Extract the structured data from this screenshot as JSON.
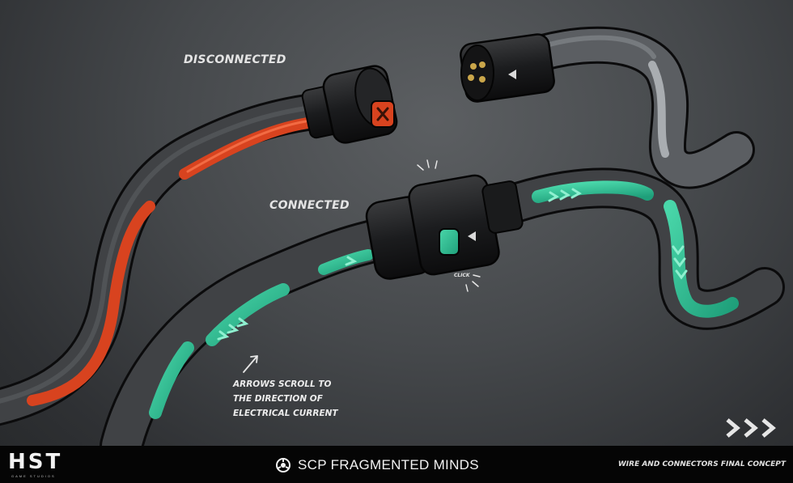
{
  "labels": {
    "disconnected": "DISCONNECTED",
    "connected": "CONNECTED",
    "click": "CLICK"
  },
  "note": {
    "lines": [
      "ARROWS SCROLL TO",
      "THE DIRECTION OF",
      "ELECTRICAL CURRENT"
    ]
  },
  "footer": {
    "studio_logo": "HST",
    "studio_sub": "GAME STUDIOS",
    "game_title": "SCP FRAGMENTED MINDS",
    "concept_label": "WIRE AND CONNECTORS FINAL CONCEPT"
  },
  "icons": {
    "close": "x-icon",
    "next": "triple-chevron-icon",
    "scp_logo": "scp-logo-icon"
  },
  "colors": {
    "background": "#45484b",
    "cable": "#3c3e41",
    "disconnected_accent": "#d8431f",
    "connected_accent": "#2fbf93",
    "footer": "#050505"
  }
}
